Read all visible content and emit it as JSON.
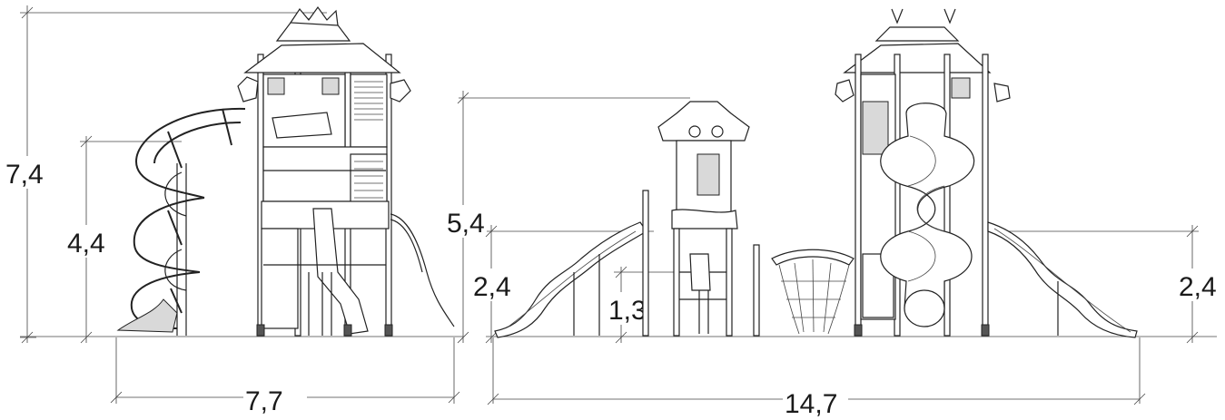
{
  "dimensions": {
    "left_total_height": "7,4",
    "left_slide_height": "4,4",
    "left_width": "7,7",
    "right_tower_height": "5,4",
    "right_slide_left_height": "2,4",
    "right_platform_height": "1,3",
    "right_slide_right_height": "2,4",
    "right_width": "14,7"
  }
}
